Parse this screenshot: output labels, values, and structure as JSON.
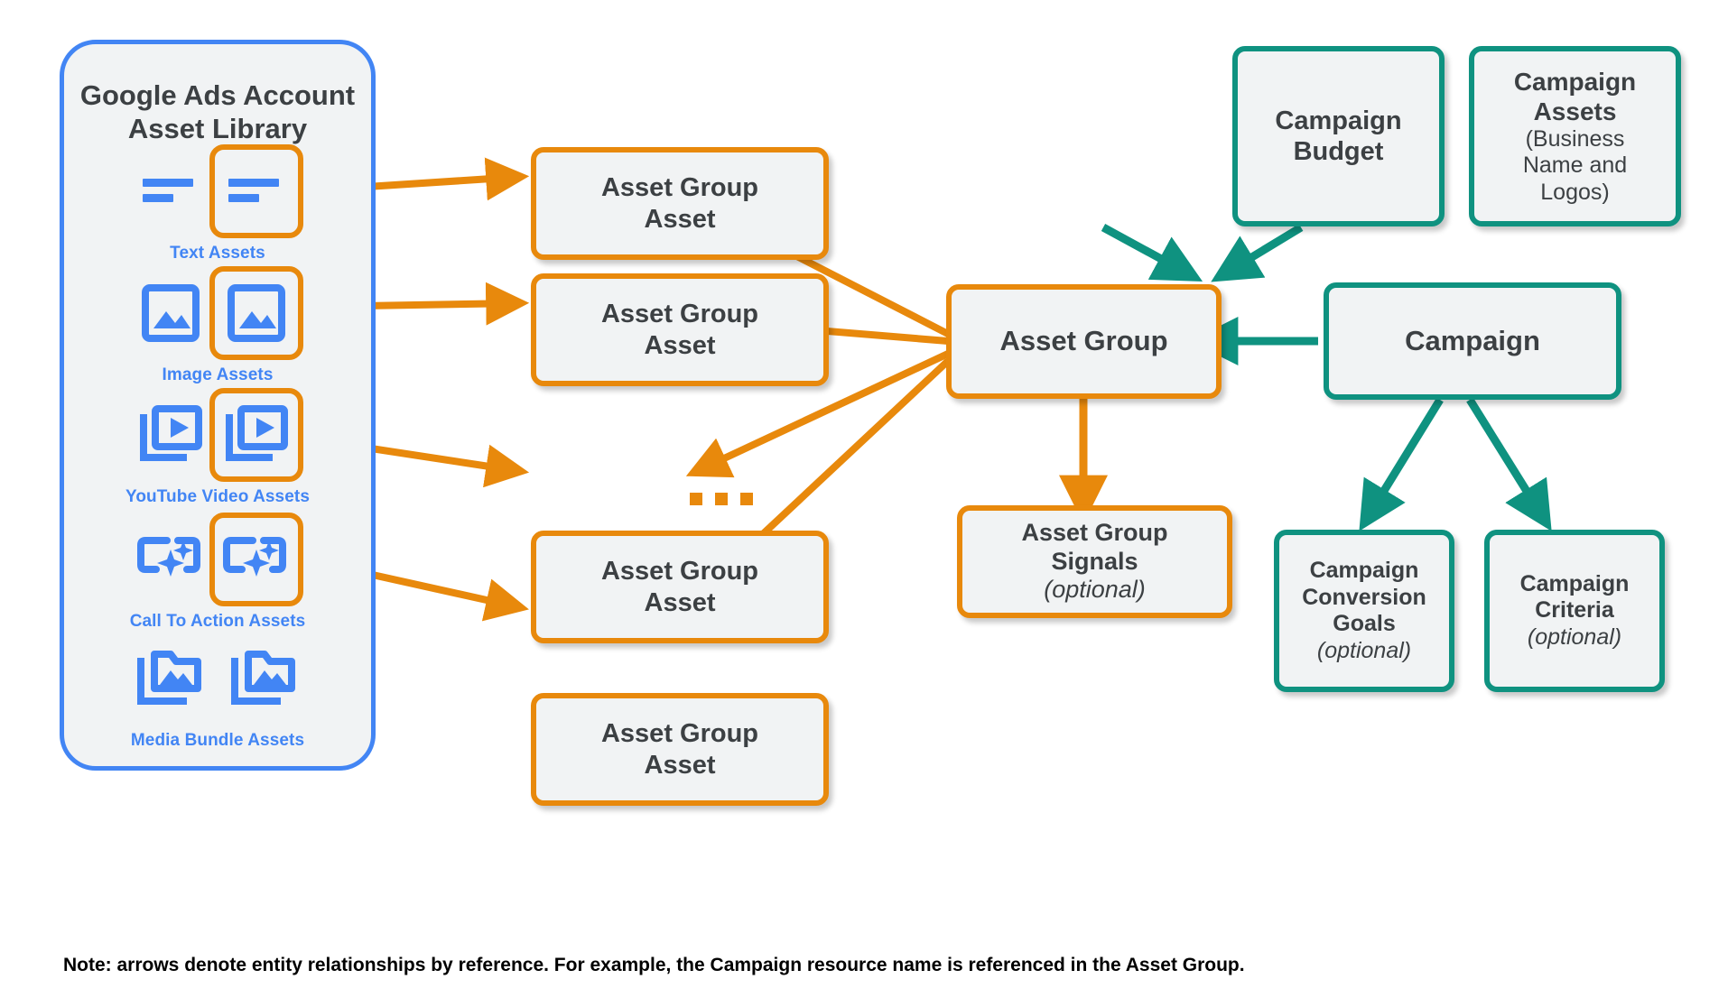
{
  "library": {
    "title_line1": "Google Ads Account",
    "title_line2": "Asset Library",
    "panel_color": "#4285f4",
    "rows": [
      {
        "label": "Text Assets",
        "icon": "text-asset-icon",
        "selected": true
      },
      {
        "label": "Image Assets",
        "icon": "image-asset-icon",
        "selected": true
      },
      {
        "label": "YouTube Video  Assets",
        "icon": "youtube-video-asset-icon",
        "selected": true
      },
      {
        "label": "Call To Action Assets",
        "icon": "call-to-action-asset-icon",
        "selected": true
      },
      {
        "label": "Media Bundle  Assets",
        "icon": "media-bundle-asset-icon",
        "selected": false
      }
    ]
  },
  "asset_group_assets": [
    {
      "line1": "Asset Group",
      "line2": "Asset"
    },
    {
      "line1": "Asset Group",
      "line2": "Asset"
    },
    {
      "line1": "Asset Group",
      "line2": "Asset"
    },
    {
      "line1": "Asset Group",
      "line2": "Asset"
    }
  ],
  "ellipsis": "...",
  "asset_group": {
    "label": "Asset Group"
  },
  "asset_group_signals": {
    "line1": "Asset Group",
    "line2": "Signals",
    "optional": "(optional)"
  },
  "campaign_budget": {
    "line1": "Campaign",
    "line2": "Budget"
  },
  "campaign_assets": {
    "line1": "Campaign",
    "line2": "Assets",
    "sub1": "(Business",
    "sub2": "Name and",
    "sub3": "Logos)"
  },
  "campaign": {
    "label": "Campaign"
  },
  "campaign_conversion_goals": {
    "line1": "Campaign",
    "line2": "Conversion",
    "line3": "Goals",
    "optional": "(optional)"
  },
  "campaign_criteria": {
    "line1": "Campaign",
    "line2": "Criteria",
    "optional": "(optional)"
  },
  "note": "Note: arrows denote entity relationships by reference. For example, the Campaign resource name is referenced in the Asset Group.",
  "colors": {
    "orange": "#e8890c",
    "teal": "#0f9280",
    "blue": "#4285f4",
    "node_fill": "#f1f3f4",
    "text": "#3c4043"
  }
}
